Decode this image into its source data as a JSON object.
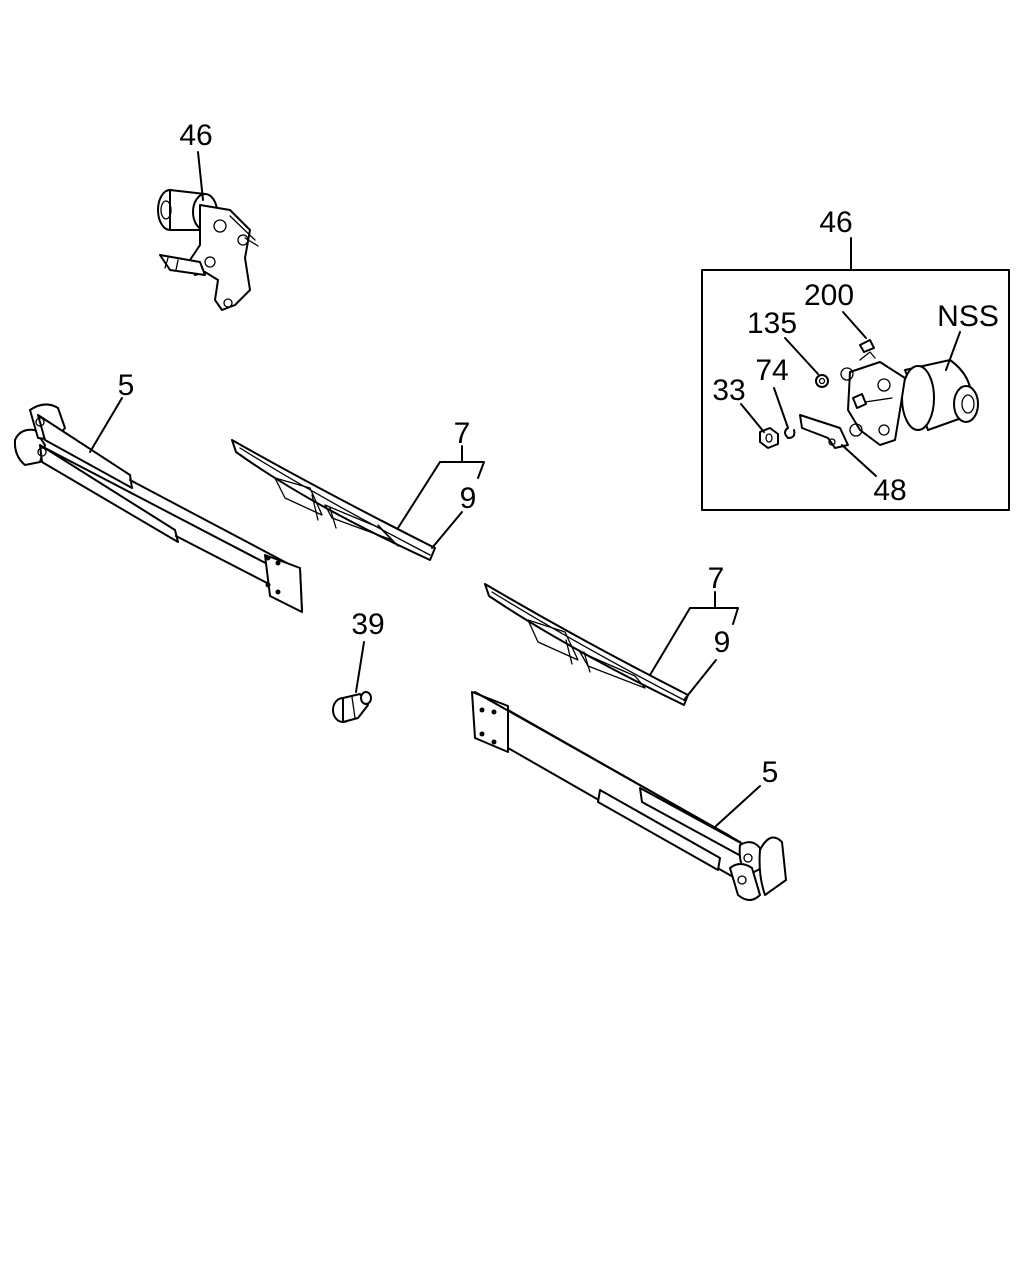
{
  "labels": {
    "motor_main": "46",
    "arm_left": "5",
    "blade_left_a": "7",
    "blade_left_b": "9",
    "nut_39": "39",
    "blade_right_a": "7",
    "blade_right_b": "9",
    "arm_right": "5",
    "inset_ref": "46",
    "inset_200": "200",
    "inset_135": "135",
    "inset_nss": "NSS",
    "inset_74": "74",
    "inset_33": "33",
    "inset_48": "48"
  }
}
